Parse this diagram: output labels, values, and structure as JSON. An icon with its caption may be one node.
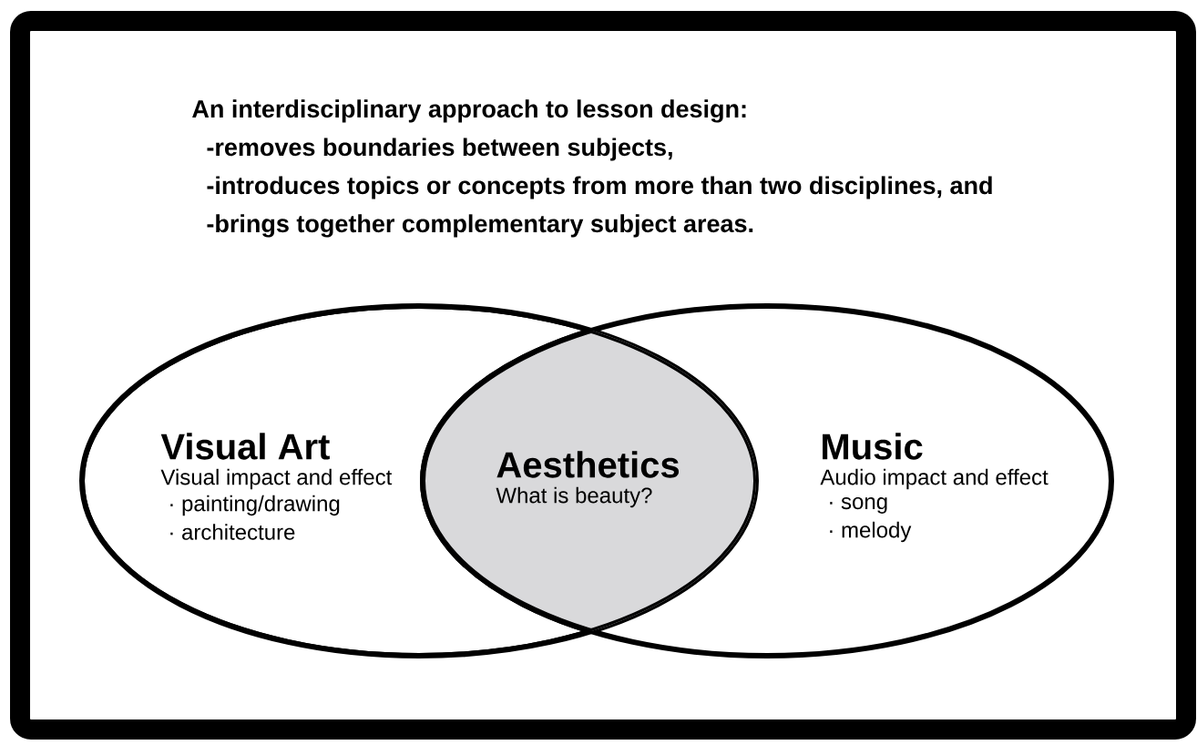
{
  "diagram": {
    "nodes": [
      {
        "text": [
          "An interdisciplinary approach to lesson design:",
          "-removes boundaries between subjects,",
          "-introduces topics or concepts from more than two disciplines, and",
          "-brings together complementary subject areas."
        ]
      },
      {
        "text": [
          "Visual Art",
          "Visual impact and effect",
          "· painting/drawing",
          "· architecture"
        ],
        "in": 0
      },
      {
        "text": [
          "Aesthetics",
          "What is beauty?"
        ],
        "in": 0
      },
      {
        "text": [
          "Music",
          "Audio impact and effect",
          "· song",
          "· melody"
        ],
        "in": 0
      }
    ]
  }
}
